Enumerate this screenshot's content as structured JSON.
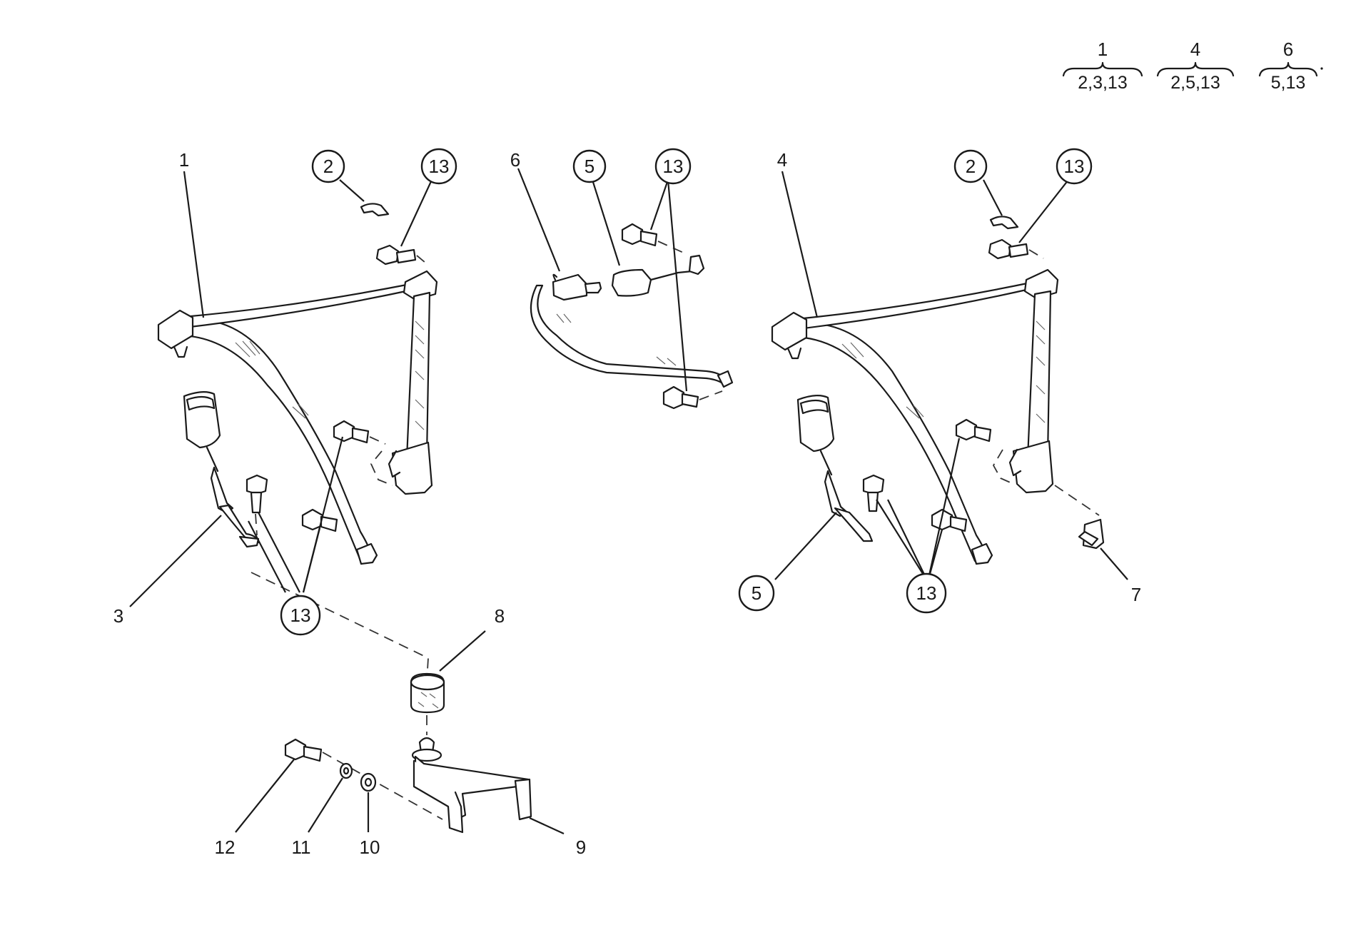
{
  "callouts": [
    {
      "id": "c-1",
      "text": "1",
      "circled": false
    },
    {
      "id": "c-2a",
      "text": "2",
      "circled": true
    },
    {
      "id": "c-13a",
      "text": "13",
      "circled": true
    },
    {
      "id": "c-3",
      "text": "3",
      "circled": false
    },
    {
      "id": "c-13b",
      "text": "13",
      "circled": true
    },
    {
      "id": "c-6",
      "text": "6",
      "circled": false
    },
    {
      "id": "c-5a",
      "text": "5",
      "circled": true
    },
    {
      "id": "c-13c",
      "text": "13",
      "circled": true
    },
    {
      "id": "c-4",
      "text": "4",
      "circled": false
    },
    {
      "id": "c-2b",
      "text": "2",
      "circled": true
    },
    {
      "id": "c-13d",
      "text": "13",
      "circled": true
    },
    {
      "id": "c-5b",
      "text": "5",
      "circled": true
    },
    {
      "id": "c-13e",
      "text": "13",
      "circled": true
    },
    {
      "id": "c-7",
      "text": "7",
      "circled": false
    },
    {
      "id": "c-8",
      "text": "8",
      "circled": false
    },
    {
      "id": "c-9",
      "text": "9",
      "circled": false
    },
    {
      "id": "c-10",
      "text": "10",
      "circled": false
    },
    {
      "id": "c-11",
      "text": "11",
      "circled": false
    },
    {
      "id": "c-12",
      "text": "12",
      "circled": false
    }
  ],
  "assembly_key": [
    {
      "assembly": "1",
      "components": "2,3,13"
    },
    {
      "assembly": "4",
      "components": "2,5,13"
    },
    {
      "assembly": "6",
      "components": "5,13"
    }
  ],
  "colors": {
    "ink": "#1a1a1a",
    "background": "#ffffff"
  }
}
